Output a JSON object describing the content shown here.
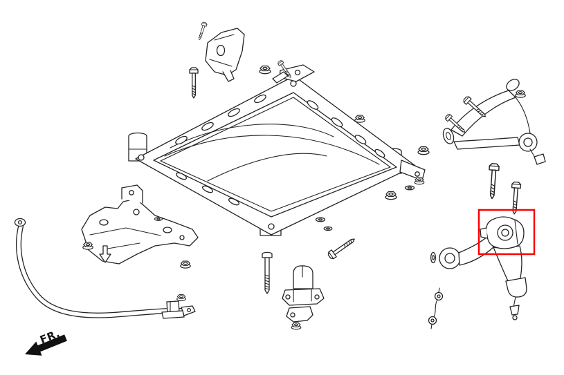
{
  "page": {
    "background_color": "#ffffff"
  },
  "diagram": {
    "type": "exploded-suspension-parts-diagram",
    "fr_label": "FR.",
    "line_color": "#232323",
    "highlight": {
      "color": "#ff0000",
      "part": "front-lower-arm-rear-bushing"
    },
    "parts": [
      "front subframe crossmember",
      "top mount bracket",
      "upper control arm",
      "front lower control arm",
      "lower arm rear bushing (highlighted)",
      "stabilizer bar",
      "stabilizer bushing and brackets",
      "front support bracket",
      "stabilizer end link",
      "assorted bolts, nuts and washers"
    ]
  }
}
